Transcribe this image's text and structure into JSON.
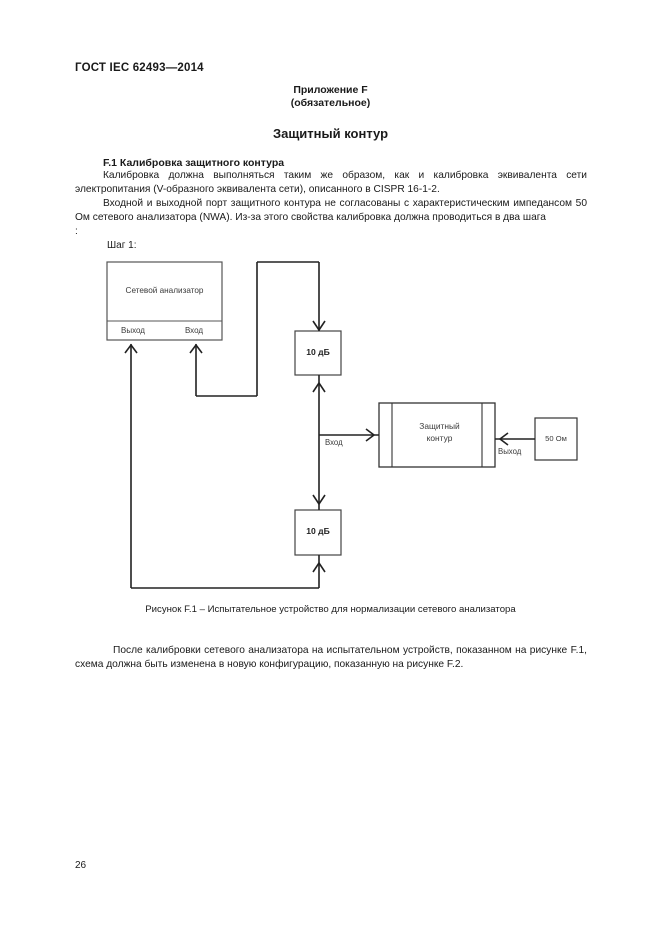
{
  "header": {
    "standard_code": "ГОСТ IEC 62493—2014",
    "annex_line1": "Приложение F",
    "annex_line2": "(обязательное)",
    "title": "Защитный контур"
  },
  "body": {
    "clause_heading": "F.1  Калибровка защитного контура",
    "paragraph_1": "Калибровка должна выполняться таким же образом, как и калибровка  эквивалента сети электропитания (V-образного эквивалента сети), описанного в CISPR 16-1-2.",
    "paragraph_2": "Входной и выходной порт защитного контура не согласованы с характеристическим импедансом 50 Ом сетевого анализатора (NWA). Из-за этого свойства калибровка должна проводиться в два шага",
    "colon_line": ":",
    "step_label": "Шаг 1:",
    "paragraph_3": "После калибровки сетевого анализатора на испытательном устройств, показанном на рисунке F.1, схема должна быть изменена в новую конфигурацию, показанную на рисунке F.2."
  },
  "figure": {
    "caption": "Рисунок F.1 – Испытательное устройство для нормализации сетевого анализатора",
    "blocks": {
      "network_analyzer": "Сетевой анализатор",
      "nwa_output_port": "Выход",
      "nwa_input_port": "Вход",
      "attenuator_top": "10 дБ",
      "attenuator_bottom": "10 дБ",
      "protective_circuit_line1": "Защитный",
      "protective_circuit_line2": "контур",
      "protective_input_port": "Вход",
      "protective_output_port": "Выход",
      "termination_load": "50 Ом"
    }
  },
  "footer": {
    "page_number": "26"
  },
  "colors": {
    "ink": "#1a1a1a",
    "line": "#222222",
    "paper": "#ffffff"
  }
}
